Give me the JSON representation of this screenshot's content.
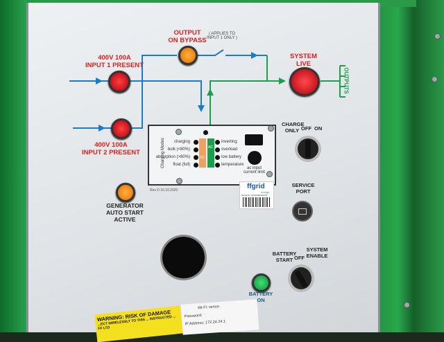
{
  "labels": {
    "output_bypass": "OUTPUT\nON BYPASS",
    "applies_to": "( APPLIES TO\nINPUT 1 ONLY )",
    "input1": "400V 100A\nINPUT 1 PRESENT",
    "input2": "400V 100A\nINPUT 2 PRESENT",
    "system_live": "SYSTEM\nLIVE",
    "outputs": "OUTPUTS",
    "charge_only": "CHARGE\nONLY",
    "charge_off": "OFF",
    "charge_on": "ON",
    "service_port": "SERVICE\nPORT",
    "generator": "GENERATOR\nAUTO START\nACTIVE",
    "battery_start": "BATTERY\nSTART",
    "battery_off": "OFF",
    "system_enable": "SYSTEM\nENABLE",
    "battery_on": "BATTERY\nON"
  },
  "inverter": {
    "left": [
      "charging",
      "bulk (<80%)",
      "absorption (>80%)",
      "float (full)"
    ],
    "right": [
      "inverting",
      "overload",
      "low battery",
      "temperature"
    ],
    "modes": "Charging Modes",
    "dc": "DC",
    "ac": "AC",
    "knob": "ac input\ncurrent limit",
    "rev": "Rev D 16.10.2020"
  },
  "brand": {
    "name": "ffgrid",
    "sub": "energy",
    "serial": "Serial No. OFG0000210475"
  },
  "wifi": {
    "wifi": "Wi-Fi: venus-",
    "password": "Password:",
    "ip": "IP Address: 172.24.24.1"
  },
  "warning": {
    "title": "WARNING: RISK OF DAMAGE",
    "body": "...ECT WIRELESSLY TO THIS ... INSTRUCTED ... FF LTD"
  },
  "colors": {
    "red": "#d8201c",
    "green": "#1aa04a",
    "blue": "#1a7acc",
    "orange": "#f08a10"
  }
}
